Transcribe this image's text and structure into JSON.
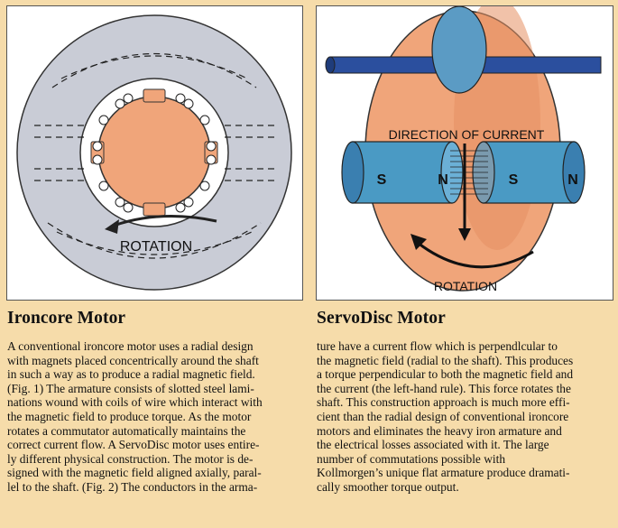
{
  "figures": {
    "ironcore": {
      "rotation_label": "ROTATION"
    },
    "servodisc": {
      "direction_label": "DIRECTION OF CURRENT",
      "rotation_label": "ROTATION",
      "pole_s": "S",
      "pole_n": "N"
    }
  },
  "sections": {
    "left": {
      "title": "Ironcore Motor"
    },
    "right": {
      "title": "ServoDisc Motor"
    }
  },
  "body_lines": {
    "left": [
      "A conventional ironcore motor uses a radial design",
      "with magnets placed concentrically around the shaft",
      "in such a way as to produce a radial magnetic field.",
      "(Fig. 1)  The armature consists of slotted steel lami-",
      "nations wound with coils of wire which interact with",
      "the magnetic field to produce torque. As the motor",
      "rotates a commutator automatically maintains the",
      "correct current flow. A ServoDisc motor uses entire-",
      "ly different physical construction. The motor is de-",
      "signed with the magnetic field aligned axially, paral-",
      "lel to the shaft. (Fig. 2) The conductors in the arma-"
    ],
    "right": [
      "ture have a current flow which is perpendlcular to",
      "the magnetic field (radial to the shaft). This produces",
      "a torque perpendicular to both the magnetic field and",
      "the current (the left-hand rule). This force rotates the",
      "shaft. This construction approach is much more effi-",
      "cient than the radial design of conventional ironcore",
      "motors and eliminates the heavy iron armature and",
      "the electrical losses associated with it. The large",
      "number     of     commutations     possible     with",
      "Kollmorgen’s unique flat armature produce dramati-",
      "cally smoother torque output."
    ]
  },
  "colors": {
    "page_background": "#f6dcaa",
    "stator_gray": "#c9ccd6",
    "armature_copper": "#f0a57a",
    "magnet_blue": "#4a9ac4",
    "shaft_blue": "#2b4f9e"
  }
}
